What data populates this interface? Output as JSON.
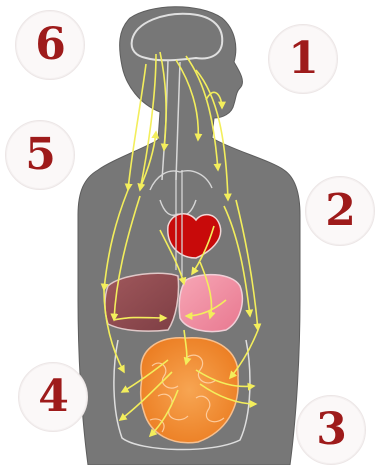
{
  "badges": [
    {
      "id": "b6",
      "label": "6"
    },
    {
      "id": "b1",
      "label": "1"
    },
    {
      "id": "b5",
      "label": "5"
    },
    {
      "id": "b2",
      "label": "2"
    },
    {
      "id": "b4",
      "label": "4"
    },
    {
      "id": "b3",
      "label": "3"
    }
  ],
  "colors": {
    "body": "#777777",
    "outline": "#dcdcdc",
    "arrow": "#f3ee5c",
    "heart": "#c80a0a",
    "liver": "#8e4a4e",
    "stomach": "#f08aa0",
    "intestine": "#f2923a",
    "number": "#9e1b1b"
  }
}
